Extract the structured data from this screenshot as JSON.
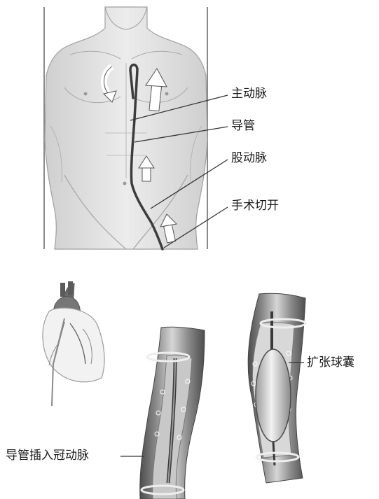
{
  "labels": {
    "aorta": "主动脉",
    "catheter": "导管",
    "femoral_artery": "股动脉",
    "incision": "手术切开",
    "balloon": "扩张球囊",
    "catheter_into_coronary": "导管插入冠动脉"
  },
  "colors": {
    "skin": "#e6e6e6",
    "outline": "#9a9a9a",
    "line": "#333333",
    "catheter": "#4a4a4a",
    "vessel_dark": "#5e5e5e",
    "vessel_light": "#dcdcdc"
  }
}
